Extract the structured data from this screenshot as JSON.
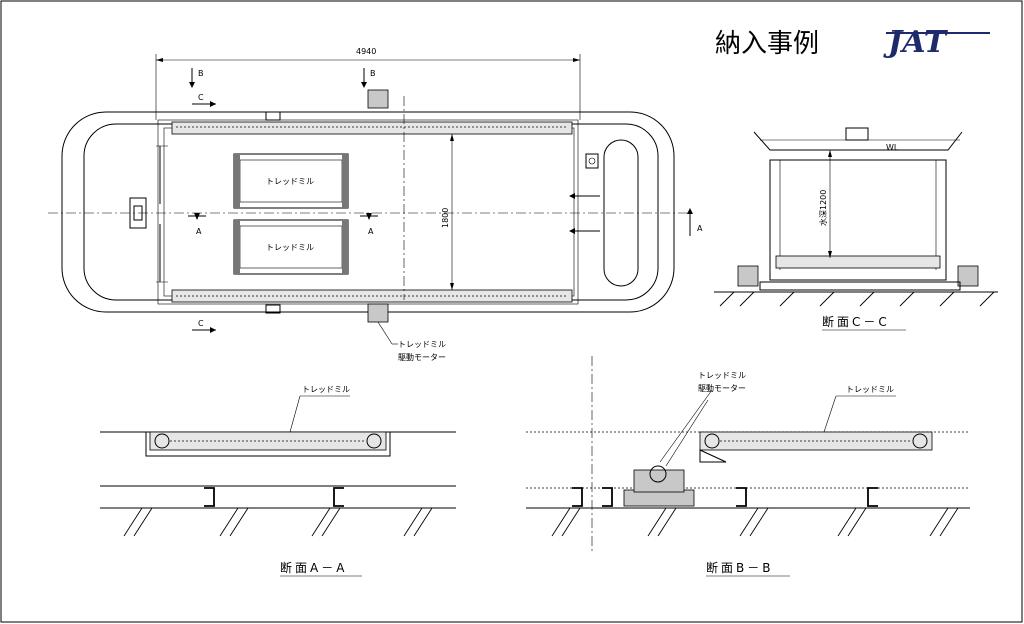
{
  "title": "納入事例",
  "logo_text": "JAT",
  "plan": {
    "dim_length": "4940",
    "dim_width": "1800",
    "cut_b": "B",
    "cut_c": "C",
    "cut_a": "A",
    "treadmill_label_1": "トレッドミル",
    "treadmill_label_2": "トレッドミル",
    "motor_label_line1": "トレッドミル",
    "motor_label_line2": "駆動モーター"
  },
  "section_cc": {
    "water_level": "WL",
    "depth_label": "水深1200",
    "caption": "断面C－C"
  },
  "section_aa": {
    "treadmill_label": "トレッドミル",
    "caption": "断面A－A"
  },
  "section_bb": {
    "motor_label_line1": "トレッドミル",
    "motor_label_line2": "駆動モーター",
    "treadmill_label": "トレッドミル",
    "caption": "断面B－B"
  }
}
